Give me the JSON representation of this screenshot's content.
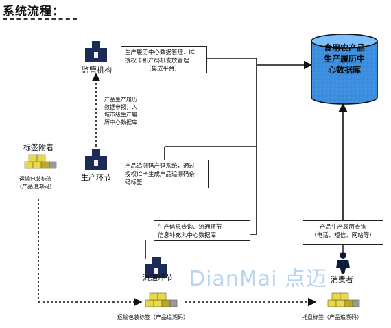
{
  "title": "系统流程：",
  "database": {
    "line1": "食用农产品",
    "line2": "生产履历中",
    "line3": "心数据库"
  },
  "nodes": {
    "regulator": "监管机构",
    "production": "生产环节",
    "circulation": "流通环节",
    "consumer": "消费者"
  },
  "boxes": {
    "platform": {
      "line1": "生产履历中心数据管理、IC",
      "line2": "授权卡和产码机发放管理",
      "line3": "（集成平台）"
    },
    "trace_system": {
      "line1": "产品追溯码产码系统，通过",
      "line2": "授权IC卡生成产品追溯码条",
      "line3": "码标签"
    },
    "circulation_info": {
      "line1": "生产信息查询、流通环节",
      "line2": "信息补充入中心数据库"
    },
    "consumer_query": {
      "line1": "产品生产履历查询",
      "line2": "（电话、短信、网站等）"
    }
  },
  "report_note": {
    "line1": "产品生产履历",
    "line2": "数据申报，入",
    "line3": "城市级生产履",
    "line4": "历中心数据库"
  },
  "labeling": {
    "title": "标签附着",
    "line1": "运输包装标签",
    "line2": "（产品追溯码）"
  },
  "bottom": {
    "transport_label": "运输包装标签（产品追溯码）",
    "pallet_label": "托盘标签（产品追溯码）"
  },
  "watermark": "DianMai 点迈",
  "colors": {
    "db_fill": "#3e8fe0",
    "db_top": "#7cc0ff",
    "icon_navy": "#1c2a57",
    "cube": "#e9d84a",
    "cube_shade": "#b9a829"
  }
}
